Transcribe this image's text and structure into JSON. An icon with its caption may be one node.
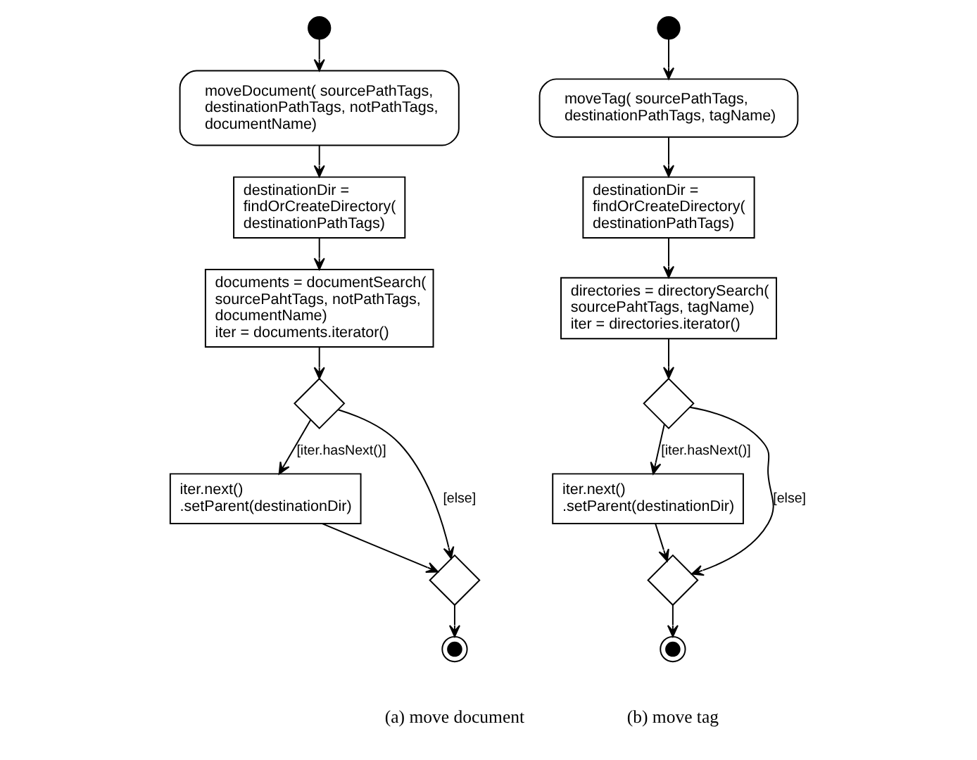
{
  "diagram": {
    "nodes": [
      {
        "text": [],
        "shape": "circle"
      },
      {
        "text": [
          "moveDocument( sourcePathTags, destinationPathTags, notPathTags, documentName)"
        ]
      },
      {
        "text": [
          "destinationDir = findOrCreateDirectory( destinationPathTags)"
        ]
      },
      {
        "text": [
          "documents = documentSearch( sourcePahtTags, notPathTags, documentName)",
          "iter = documents.iterator()"
        ]
      },
      {
        "text": [],
        "shape": "diamond"
      },
      {
        "text": [
          "iter.next() .setParent(destinationDir)"
        ]
      },
      {
        "text": [],
        "shape": "diamond"
      },
      {
        "text": [],
        "shape": "bullseye"
      },
      {
        "text": [],
        "shape": "circle"
      },
      {
        "text": [
          "moveTag( sourcePathTags, destinationPathTags, tagName)"
        ]
      },
      {
        "text": [
          "destinationDir = findOrCreateDirectory( destinationPathTags)"
        ]
      },
      {
        "text": [
          "directories = directorySearch( sourcePahtTags, tagName)",
          "iter = directories.iterator()"
        ]
      },
      {
        "text": [],
        "shape": "diamond"
      },
      {
        "text": [
          "iter.next() .setParent(destinationDir)"
        ]
      },
      {
        "text": [],
        "shape": "diamond"
      },
      {
        "text": [],
        "shape": "bullseye"
      }
    ],
    "edges": [
      {
        "from": 0,
        "to": 1,
        "arrow": "to"
      },
      {
        "from": 1,
        "to": 2,
        "arrow": "to"
      },
      {
        "from": 2,
        "to": 3,
        "arrow": "to"
      },
      {
        "from": 3,
        "to": 4,
        "arrow": "to"
      },
      {
        "from": 4,
        "to": 5,
        "arrow": "to",
        "label": "[iter.hasNext()]"
      },
      {
        "from": 4,
        "to": 6,
        "arrow": "to",
        "label": "[else]"
      },
      {
        "from": 5,
        "to": 6,
        "arrow": "to"
      },
      {
        "from": 6,
        "to": 7,
        "arrow": "to"
      },
      {
        "from": 8,
        "to": 9,
        "arrow": "to"
      },
      {
        "from": 9,
        "to": 10,
        "arrow": "to"
      },
      {
        "from": 10,
        "to": 11,
        "arrow": "to"
      },
      {
        "from": 11,
        "to": 12,
        "arrow": "to"
      },
      {
        "from": 12,
        "to": 13,
        "arrow": "to",
        "label": "[iter.hasNext()]"
      },
      {
        "from": 12,
        "to": 14,
        "arrow": "to",
        "label": "[else]"
      },
      {
        "from": 13,
        "to": 14,
        "arrow": "to"
      },
      {
        "from": 14,
        "to": 15,
        "arrow": "to"
      }
    ],
    "labels": [
      "(a) move document",
      "(b) move tag"
    ]
  }
}
